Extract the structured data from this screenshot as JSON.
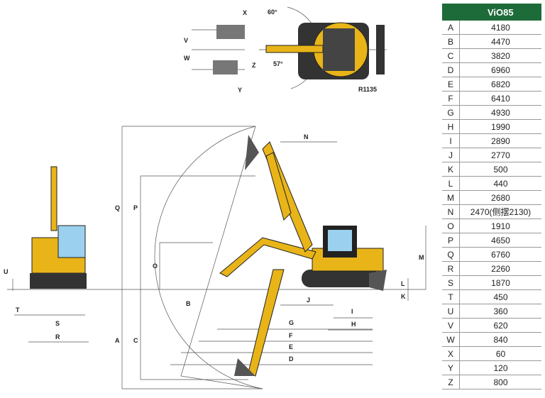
{
  "table": {
    "header_model": "ViO85",
    "rows": [
      {
        "key": "A",
        "value": "4180"
      },
      {
        "key": "B",
        "value": "4470"
      },
      {
        "key": "C",
        "value": "3820"
      },
      {
        "key": "D",
        "value": "6960"
      },
      {
        "key": "E",
        "value": "6820"
      },
      {
        "key": "F",
        "value": "6410"
      },
      {
        "key": "G",
        "value": "4930"
      },
      {
        "key": "H",
        "value": "1990"
      },
      {
        "key": "I",
        "value": "2890"
      },
      {
        "key": "J",
        "value": "2770"
      },
      {
        "key": "K",
        "value": "500"
      },
      {
        "key": "L",
        "value": "440"
      },
      {
        "key": "M",
        "value": "2680"
      },
      {
        "key": "N",
        "value": "2470(侧摆2130)"
      },
      {
        "key": "O",
        "value": "1910"
      },
      {
        "key": "P",
        "value": "4650"
      },
      {
        "key": "Q",
        "value": "6760"
      },
      {
        "key": "R",
        "value": "2260"
      },
      {
        "key": "S",
        "value": "1870"
      },
      {
        "key": "T",
        "value": "450"
      },
      {
        "key": "U",
        "value": "360"
      },
      {
        "key": "V",
        "value": "620"
      },
      {
        "key": "W",
        "value": "840"
      },
      {
        "key": "X",
        "value": "60"
      },
      {
        "key": "Y",
        "value": "120"
      },
      {
        "key": "Z",
        "value": "800"
      }
    ]
  },
  "diagram": {
    "angle_top": "60°",
    "angle_bottom": "57°",
    "radius": "R1135",
    "labels": {
      "A": "A",
      "B": "B",
      "C": "C",
      "D": "D",
      "E": "E",
      "F": "F",
      "G": "G",
      "H": "H",
      "I": "I",
      "J": "J",
      "K": "K",
      "L": "L",
      "M": "M",
      "N": "N",
      "O": "O",
      "P": "P",
      "Q": "Q",
      "R": "R",
      "S": "S",
      "T": "T",
      "U": "U",
      "V": "V",
      "W": "W",
      "X": "X",
      "Y": "Y",
      "Z": "Z"
    }
  },
  "colors": {
    "header": "#1e6b3a",
    "machine": "#e8b418",
    "cab": "#222222"
  }
}
